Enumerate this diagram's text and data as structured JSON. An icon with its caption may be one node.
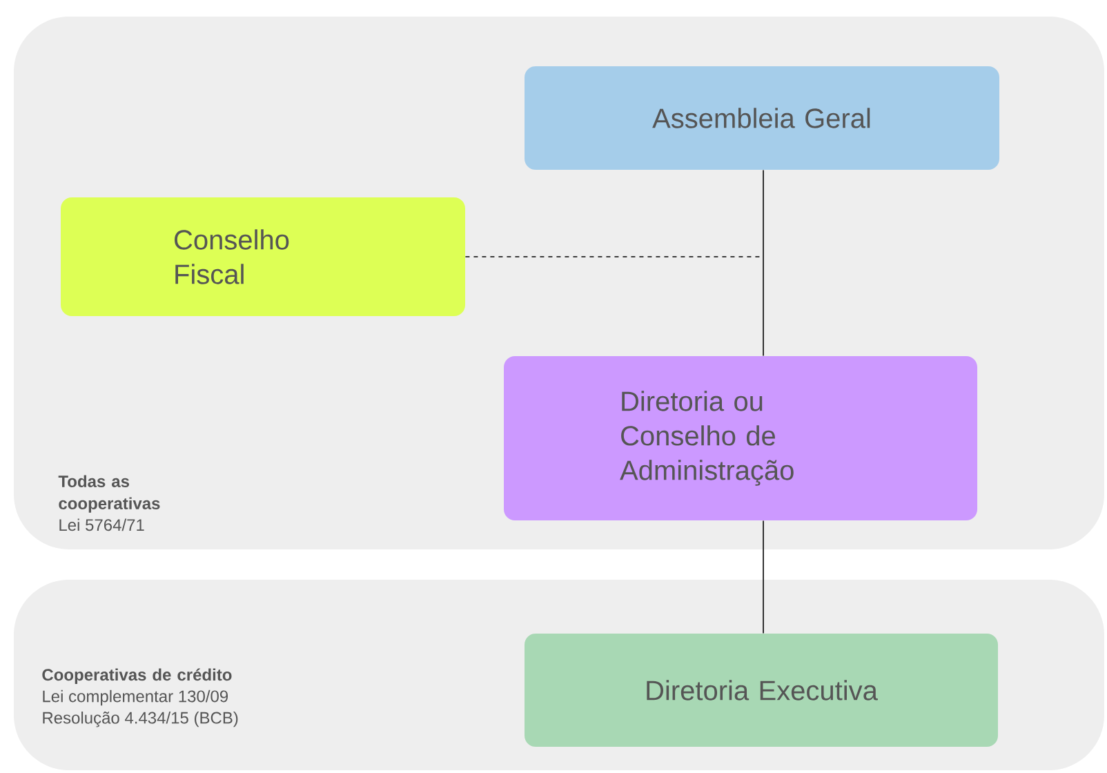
{
  "diagram": {
    "nodes": [
      {
        "text": [
          "Todas as cooperativas",
          "Lei 5764/71"
        ]
      },
      {
        "text": [
          "Cooperativas de crédito",
          "Lei complementar 130/09",
          "Resolução 4.434/15 (BCB)"
        ]
      },
      {
        "text": [
          "Assembleia Geral"
        ],
        "in": 0
      },
      {
        "text": [
          "Conselho Fiscal"
        ],
        "in": 0
      },
      {
        "text": [
          "Diretoria ou Conselho de Administração"
        ],
        "in": 0
      },
      {
        "text": [
          "Diretoria Executiva"
        ],
        "in": 1
      }
    ],
    "edges": [
      {
        "from": 2,
        "to": 4,
        "arrow": "none"
      },
      {
        "from": 3,
        "to": null,
        "arrow": "none",
        "style": "dashed"
      },
      {
        "from": 4,
        "to": 5,
        "arrow": "none"
      }
    ]
  }
}
